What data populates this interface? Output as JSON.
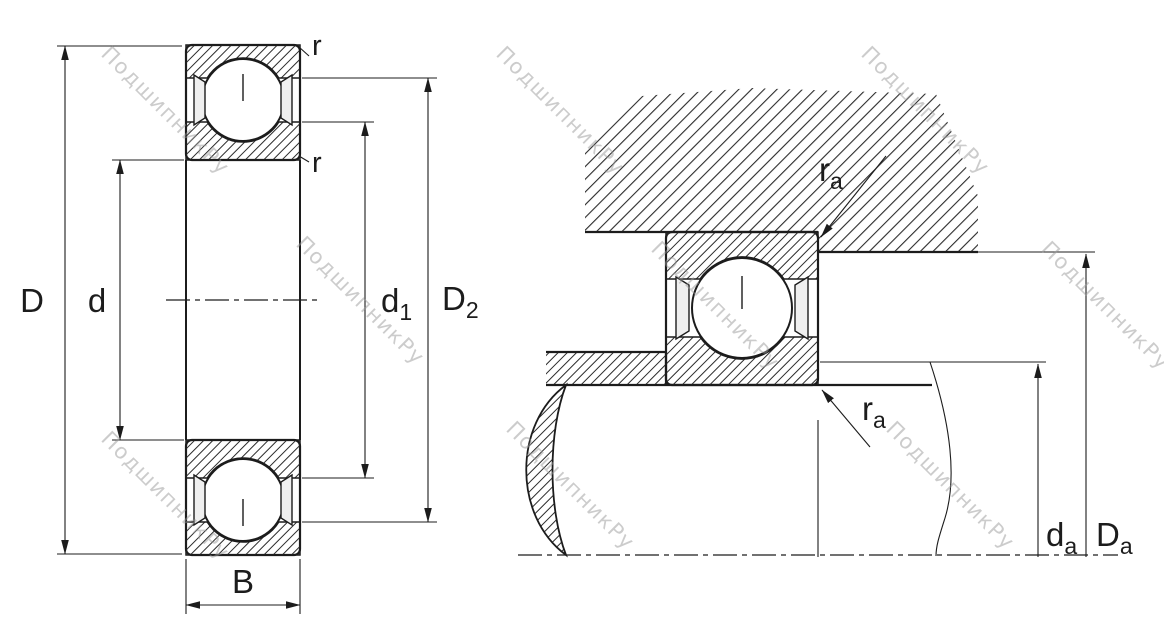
{
  "watermark": {
    "text": "ПодшипникРу"
  },
  "front_view": {
    "outer_diameter": {
      "main": "D",
      "sub": ""
    },
    "bore_diameter": {
      "main": "d",
      "sub": ""
    },
    "shoulder_diameter_inner": {
      "main": "d",
      "sub": "1"
    },
    "shoulder_diameter_outer": {
      "main": "D",
      "sub": "2"
    },
    "width": {
      "main": "B",
      "sub": ""
    },
    "fillet_top": {
      "main": "r",
      "sub": ""
    },
    "fillet_bottom": {
      "main": "r",
      "sub": ""
    }
  },
  "mounted_view": {
    "fillet_housing": {
      "main": "r",
      "sub": "a"
    },
    "fillet_shaft": {
      "main": "r",
      "sub": "a"
    },
    "shaft_abutment": {
      "main": "d",
      "sub": "a"
    },
    "housing_abutment": {
      "main": "D",
      "sub": "a"
    }
  }
}
